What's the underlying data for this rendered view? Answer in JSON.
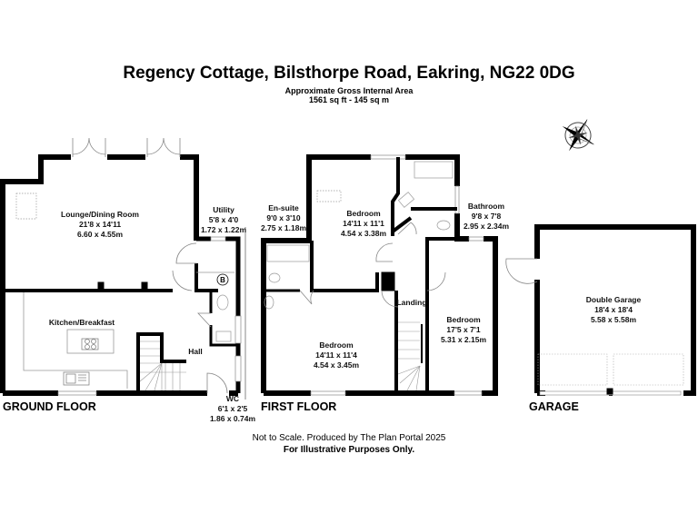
{
  "header": {
    "title": "Regency Cottage, Bilsthorpe Road, Eakring, NG22 0DG",
    "subtitle": "Approximate Gross Internal Area",
    "area": "1561 sq ft - 145 sq m"
  },
  "floors": {
    "ground": "GROUND FLOOR",
    "first": "FIRST FLOOR",
    "garage": "GARAGE"
  },
  "rooms": {
    "lounge": {
      "name": "Lounge/Dining Room",
      "imperial": "21'8 x 14'11",
      "metric": "6.60 x 4.55m"
    },
    "utility": {
      "name": "Utility",
      "imperial": "5'8 x 4'0",
      "metric": "1.72 x 1.22m"
    },
    "kitchen": {
      "name": "Kitchen/Breakfast"
    },
    "hall": {
      "name": "Hall"
    },
    "wc": {
      "name": "WC",
      "imperial": "6'1 x 2'5",
      "metric": "1.86 x 0.74m"
    },
    "boiler": {
      "name": "B"
    },
    "ensuite": {
      "name": "En-suite",
      "imperial": "9'0 x 3'10",
      "metric": "2.75 x 1.18m"
    },
    "bedroom1": {
      "name": "Bedroom",
      "imperial": "14'11 x 11'1",
      "metric": "4.54 x 3.38m"
    },
    "bathroom": {
      "name": "Bathroom",
      "imperial": "9'8 x 7'8",
      "metric": "2.95 x 2.34m"
    },
    "landing": {
      "name": "Landing"
    },
    "bedroom2": {
      "name": "Bedroom",
      "imperial": "14'11 x 11'4",
      "metric": "4.54 x 3.45m"
    },
    "bedroom3": {
      "name": "Bedroom",
      "imperial": "17'5 x 7'1",
      "metric": "5.31 x 2.15m"
    },
    "garage": {
      "name": "Double Garage",
      "imperial": "18'4 x 18'4",
      "metric": "5.58 x 5.58m"
    }
  },
  "footer": {
    "disclaimer": "Not to Scale. Produced by The Plan Portal 2025",
    "illustrative": "For Illustrative Purposes Only."
  },
  "compass": {
    "icon": "compass-rose-icon"
  },
  "colors": {
    "wall": "#000000",
    "fixture": "#888888",
    "background": "#ffffff"
  }
}
